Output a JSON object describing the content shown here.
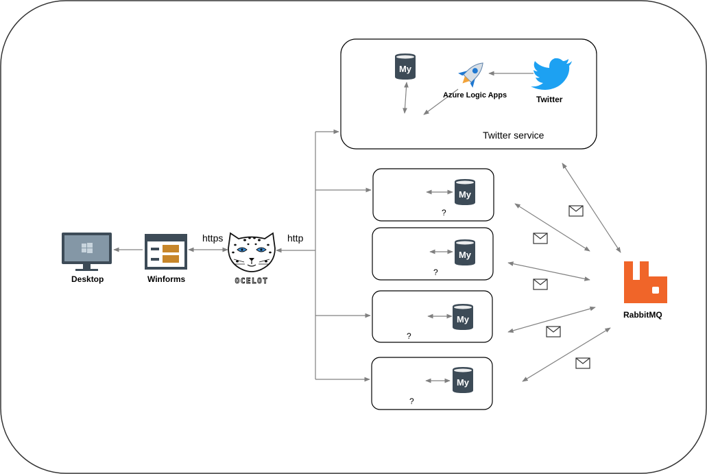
{
  "nodes": {
    "desktop": "Desktop",
    "winforms": "Winforms",
    "ocelot": "OCELOT",
    "azure": "Azure Logic Apps",
    "twitter": "Twitter",
    "twitter_service": "Twitter service",
    "rabbitmq": "RabbitMQ"
  },
  "edges": {
    "https": "https",
    "http": "http"
  },
  "services": [
    {
      "label": "?"
    },
    {
      "label": "?"
    },
    {
      "label": "?"
    },
    {
      "label": "?"
    }
  ],
  "db_label": "My",
  "colors": {
    "line": "#808080",
    "db": "#3d4b57",
    "rabbit": "#f06529",
    "twitter": "#1da1f2",
    "monitor": "#3d4b57",
    "winforms_accent": "#c7862a"
  },
  "icons": {
    "desktop": "monitor-icon",
    "winforms": "winforms-window-icon",
    "ocelot": "ocelot-cat-logo",
    "azure": "rocket-icon",
    "twitter": "twitter-bird-icon",
    "rabbitmq": "rabbitmq-logo",
    "db": "mysql-db-icon",
    "message": "envelope-icon"
  }
}
